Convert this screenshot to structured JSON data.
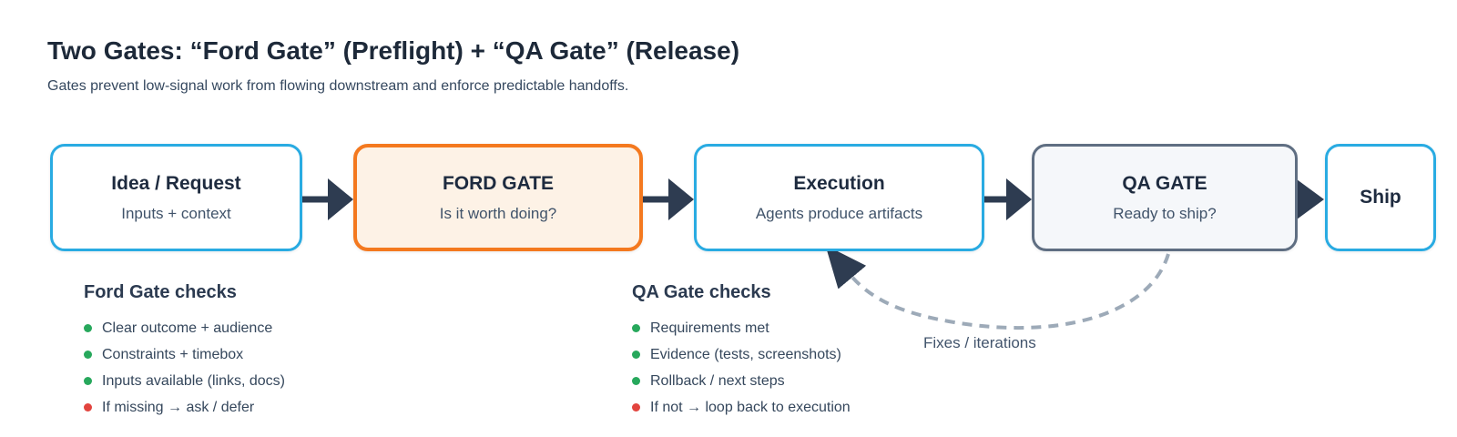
{
  "header": {
    "title": "Two Gates: “Ford Gate” (Preflight) + “QA Gate” (Release)",
    "subtitle": "Gates prevent low-signal work from flowing downstream and enforce predictable handoffs."
  },
  "flow": {
    "nodes": [
      {
        "id": "idea",
        "title": "Idea / Request",
        "subtitle": "Inputs + context",
        "border_color": "#29abe2",
        "fill_color": "#ffffff"
      },
      {
        "id": "ford-gate",
        "title": "FORD GATE",
        "subtitle": "Is it worth doing?",
        "border_color": "#f4791f",
        "fill_color": "#fdf2e6"
      },
      {
        "id": "execution",
        "title": "Execution",
        "subtitle": "Agents produce artifacts",
        "border_color": "#29abe2",
        "fill_color": "#ffffff"
      },
      {
        "id": "qa-gate",
        "title": "QA GATE",
        "subtitle": "Ready to ship?",
        "border_color": "#5f6e82",
        "fill_color": "#f5f7fa"
      },
      {
        "id": "ship",
        "title": "Ship",
        "subtitle": "",
        "border_color": "#29abe2",
        "fill_color": "#ffffff"
      }
    ],
    "loopback_label": "Fixes / iterations"
  },
  "checklists": [
    {
      "title": "Ford Gate checks",
      "items": [
        {
          "text": "Clear outcome + audience",
          "status": "pass",
          "color": "#27a85c"
        },
        {
          "text": "Constraints + timebox",
          "status": "pass",
          "color": "#27a85c"
        },
        {
          "text": "Inputs available (links, docs)",
          "status": "pass",
          "color": "#27a85c"
        },
        {
          "text": "If missing  →  ask / defer",
          "status": "fail",
          "color": "#e2443e"
        }
      ]
    },
    {
      "title": "QA Gate checks",
      "items": [
        {
          "text": "Requirements met",
          "status": "pass",
          "color": "#27a85c"
        },
        {
          "text": "Evidence (tests, screenshots)",
          "status": "pass",
          "color": "#27a85c"
        },
        {
          "text": "Rollback / next steps",
          "status": "pass",
          "color": "#27a85c"
        },
        {
          "text": "If not  →  loop back to execution",
          "status": "fail",
          "color": "#e2443e"
        }
      ]
    }
  ],
  "colors": {
    "accent_blue": "#29abe2",
    "accent_orange": "#f4791f",
    "gate_gray": "#5f6e82",
    "arrow_navy": "#2e3c51",
    "ok_green": "#27a85c",
    "fail_red": "#e2443e",
    "loop_dash": "#9daab8",
    "title_navy": "#1d2939"
  }
}
